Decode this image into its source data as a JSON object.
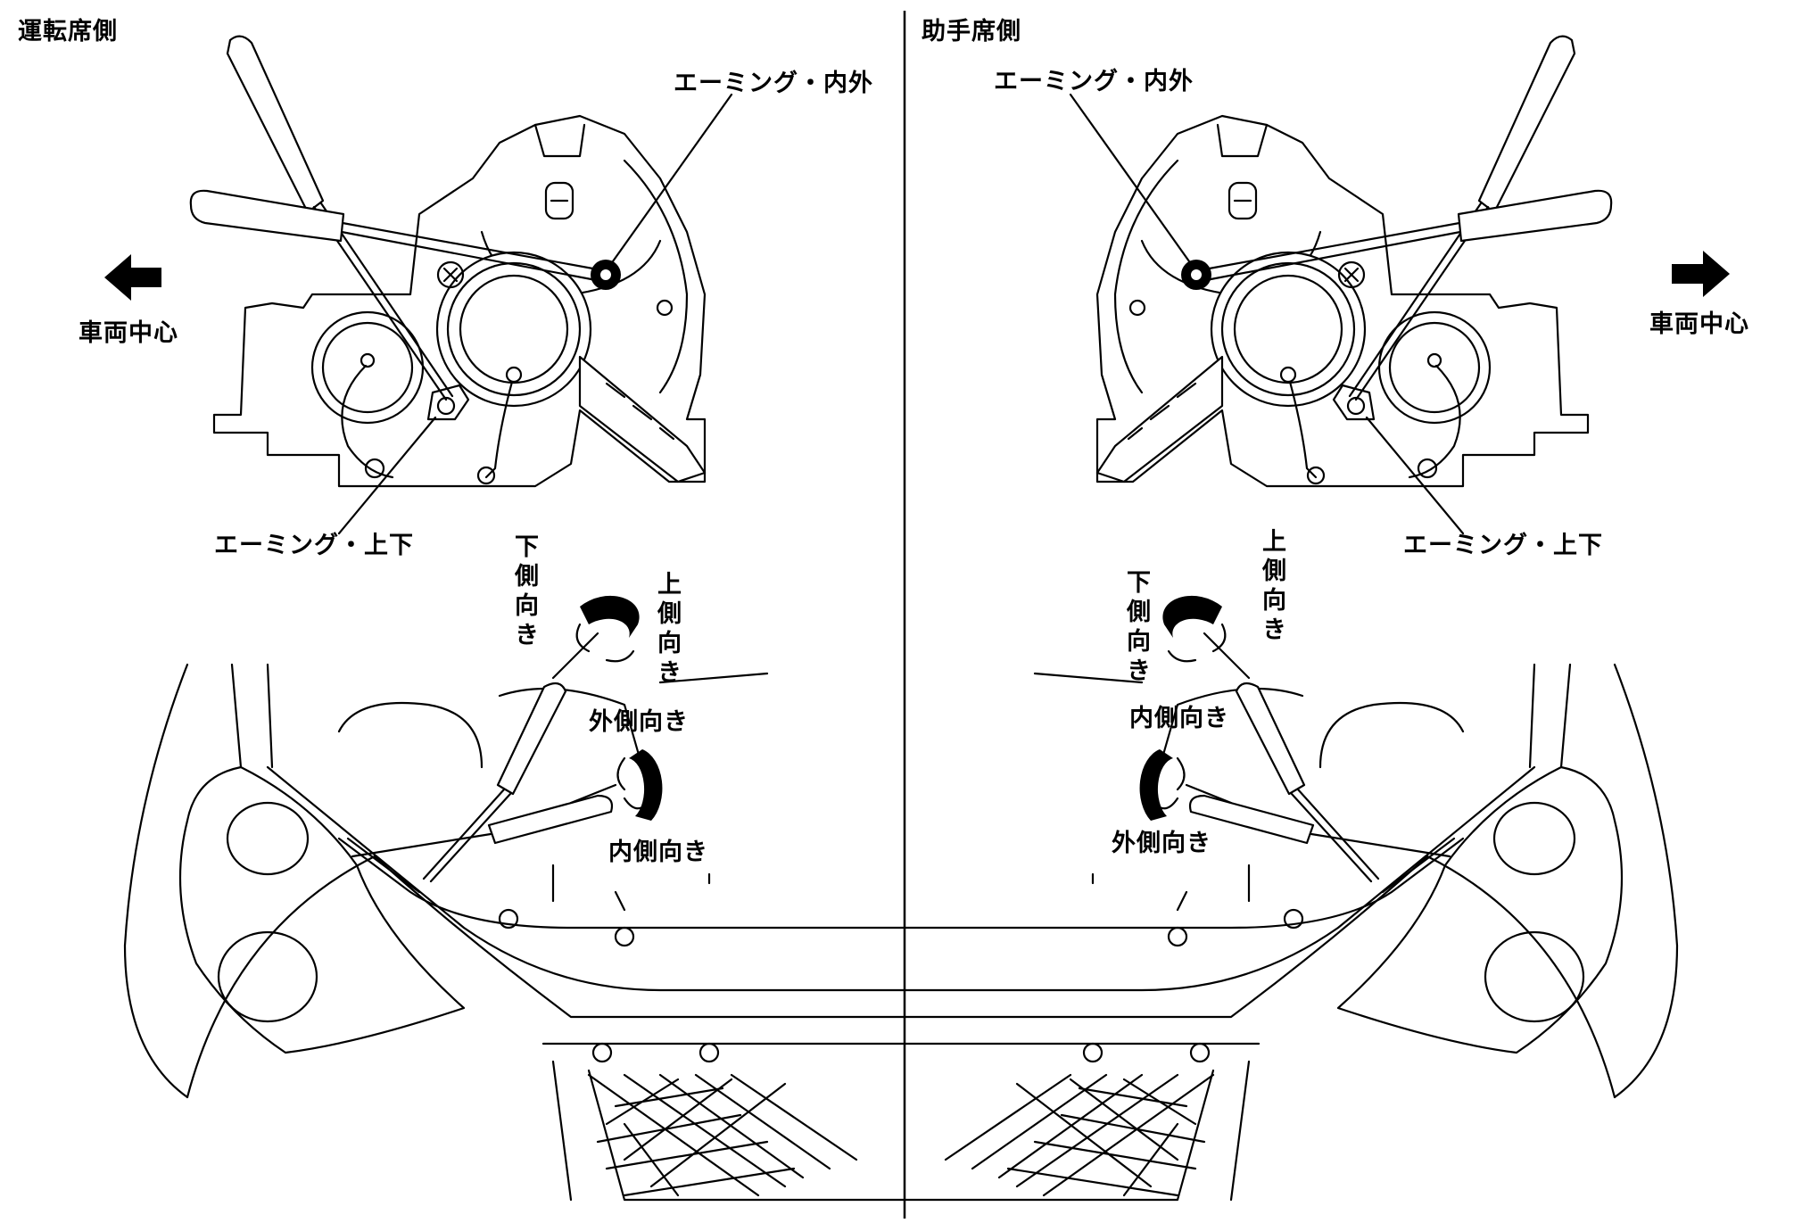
{
  "left_panel": {
    "title": "運転席側",
    "aiming_horizontal_label": "エーミング・内外",
    "aiming_vertical_label": "エーミング・上下",
    "vehicle_center_label": "車両中心",
    "arrow_direction": "left",
    "down_label": "下側向き",
    "up_label": "上側向き",
    "outward_label": "外側向き",
    "inward_label": "内側向き"
  },
  "right_panel": {
    "title": "助手席側",
    "aiming_horizontal_label": "エーミング・内外",
    "aiming_vertical_label": "エーミング・上下",
    "vehicle_center_label": "車両中心",
    "arrow_direction": "right",
    "up_label": "上側向き",
    "down_label": "下側向き",
    "inward_label": "内側向き",
    "outward_label": "外側向き"
  }
}
